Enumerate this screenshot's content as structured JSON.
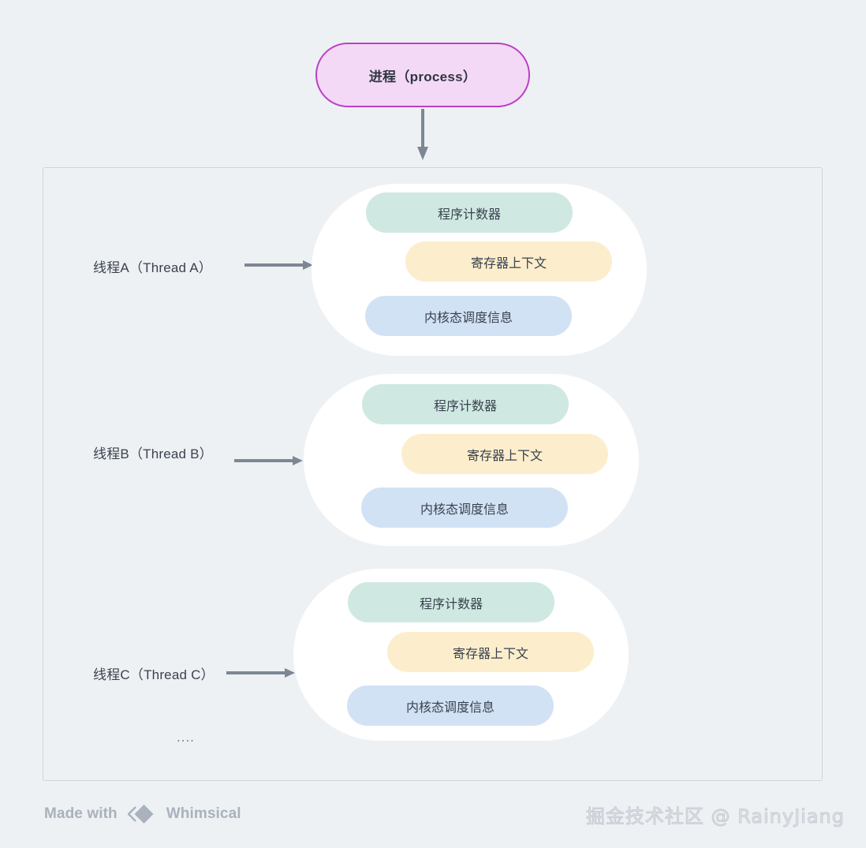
{
  "diagram": {
    "background_color": "#eef1f4",
    "process": {
      "label": "进程（process）",
      "fill": "#f4d9f6",
      "border": "#bb3fc7"
    },
    "container": {
      "border_color": "#ccd4dc"
    },
    "item_colors": {
      "program_counter": "#cfe9e2",
      "register_context": "#fceecd",
      "kernel_scheduling": "#d2e2f5"
    },
    "threads": [
      {
        "label": "线程A（Thread A）",
        "items": [
          {
            "label": "程序计数器",
            "color_key": "program_counter"
          },
          {
            "label": "寄存器上下文",
            "color_key": "register_context"
          },
          {
            "label": "内核态调度信息",
            "color_key": "kernel_scheduling"
          }
        ]
      },
      {
        "label": "线程B（Thread B）",
        "items": [
          {
            "label": "程序计数器",
            "color_key": "program_counter"
          },
          {
            "label": "寄存器上下文",
            "color_key": "register_context"
          },
          {
            "label": "内核态调度信息",
            "color_key": "kernel_scheduling"
          }
        ]
      },
      {
        "label": "线程C（Thread C）",
        "items": [
          {
            "label": "程序计数器",
            "color_key": "program_counter"
          },
          {
            "label": "寄存器上下文",
            "color_key": "register_context"
          },
          {
            "label": "内核态调度信息",
            "color_key": "kernel_scheduling"
          }
        ]
      }
    ],
    "ellipsis": "...."
  },
  "footer": {
    "made_with": "Made with",
    "brand": "Whimsical",
    "author": "掘金技术社区 @ RainyJiang"
  }
}
